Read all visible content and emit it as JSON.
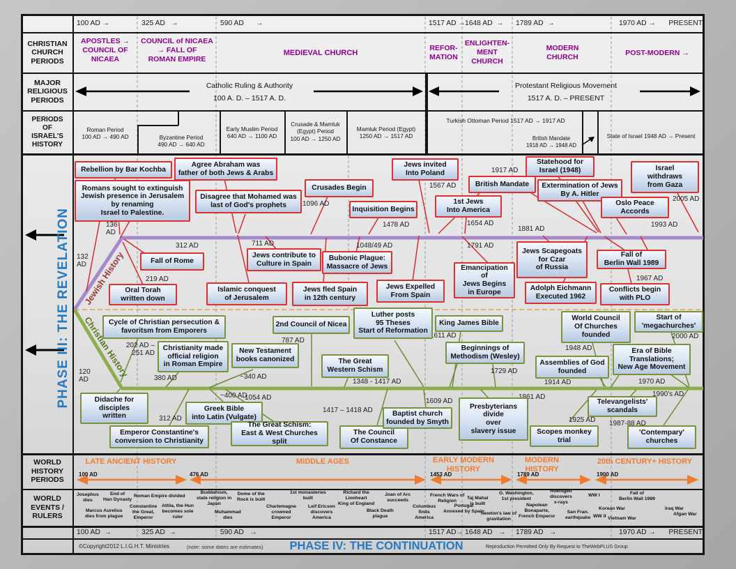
{
  "colors": {
    "accent_purple": "#90008F",
    "accent_orange": "#ED7C31",
    "accent_blue": "#2979BE",
    "red_box_border": "#DF2F2F",
    "green_box_border": "#78933C",
    "purple_timeline": "#A689CB",
    "green_timeline": "#8CAE4E",
    "box_fill": "#C9D9EC"
  },
  "top_dates": [
    "100 AD →",
    "325 AD   →",
    "590 AD      →",
    "1517 AD →",
    "1648 AD  →",
    "1789 AD  →",
    "1970 AD →",
    "PRESENT"
  ],
  "bottom_dates": [
    "100 AD  →",
    "325 AD  →",
    "590 AD   →",
    "1517 AD→",
    "1648 AD   →",
    "1789 AD   →",
    "1970 AD →",
    "PRESENT"
  ],
  "row_headers": [
    "CHRISTIAN\nCHURCH\nPERIODS",
    "MAJOR\nRELIGIOUS\nPERIODS",
    "PERIODS\nOF\nISRAEL'S\nHISTORY",
    "WORLD\nHISTORY\nPERIODS",
    "WORLD\nEVENTS /\nRULERS"
  ],
  "church": [
    "APOSTLES →\nCOUNCIL OF\nNICAEA",
    "COUNCIL of NICAEA\n→   FALL OF\nROMAN EMPIRE",
    "MEDIEVAL CHURCH",
    "REFOR-\nMATION",
    "ENLIGHTEN-\nMENT\nCHURCH",
    "MODERN\nCHURCH",
    "POST-MODERN   →"
  ],
  "religious": {
    "catholic": "Catholic Ruling & Authority\n100 A. D. – 1517 A. D.",
    "protestant": "Protestant Religious Movement\n1517 A. D. – PRESENT"
  },
  "israel": [
    "Roman Period\n100 AD → 490 AD",
    "Byzantine Period\n490 AD  → 640 AD",
    "Early Muslim Period\n640 AD  → 1100 AD",
    "Crusade & Mamluk\n(Egypt) Period\n100 AD  → 1250 AD",
    "Mamluk Period (Egypt)\n1250 AD  → 1517 AD",
    "Turkish Ottoman  Period 1517 AD  →  1917 AD",
    "British Mandate\n1918 AD  → 1948 AD",
    "State of Israel 1948 AD → Present"
  ],
  "phase3": {
    "title": "PHASE III:  THE REVELATION",
    "jewish": "Jewish History",
    "christian": "Christian History"
  },
  "jewish": {
    "boxes": [
      "Rebellion by Bar Kochba",
      "Romans sought to extinguish\nJewish presence in Jerusalem\nby renaming\nIsrael to Palestine.",
      "Agree Abraham was\nfather of both Jews & Arabs",
      "Disagree that Mohamed was\nlast of God's prophets",
      "Crusades Begin",
      "Inquisition Begins",
      "Jews invited\nInto Poland",
      "1st Jews\nInto America",
      "British Mandate",
      "Statehood for\nIsrael (1948)",
      "Extermination of Jews\nBy A. Hitler",
      "Oslo Peace\nAccords",
      "Israel\nwithdraws\nfrom Gaza",
      "Fall of Rome",
      "Oral Torah\nwritten down",
      "Islamic conquest\nof Jerusalem",
      "Jews contribute to\nCulture in Spain",
      "Bubonic Plague:\nMassacre of Jews",
      "Jews fled Spain\nin 12th century",
      "Jews Expelled\nFrom Spain",
      "Emancipation of\nJews Begins\nin Europe",
      "Jews Scapegoats\nfor Czar\nof Russia",
      "Adolph Eichmann\nExecuted 1962",
      "Fall of\nBerlin Wall 1989",
      "Conflicts begin\nwith PLO"
    ],
    "labels": [
      "132\nAD",
      "136\nAD",
      "312 AD",
      "219 AD",
      "711 AD",
      "1096 AD",
      "1048/49 AD",
      "1478 AD",
      "1567 AD",
      "1654 AD",
      "1791 AD",
      "1881 AD",
      "1917 AD",
      "1993 AD",
      "1967 AD",
      "2005 AD"
    ]
  },
  "christian": {
    "boxes": [
      "Cycle of Christian persecution &\nfavoritsm from Emporers",
      "Christianity made\nofficial religion\nin Roman Empire",
      "New Testament\nbooks canonized",
      "2nd Council of Nicea",
      "The Great\nWestern Schism",
      "Luther posts\n95 Theses\nStart of Reformation",
      "King James Bible",
      "Beginnings of\nMethodism (Wesley)",
      "Didache for\ndisciples\nwritten",
      "Greek Bible\ninto Latin (Vulgate)",
      "Emperor Constantine's\nconversion to Christianity",
      "The Great Schism:\nEast & West Churches split",
      "The Council\nOf Constance",
      "Baptist church\nfounded by Smyth",
      "Presbyterians\ndivide\nover\nslavery issue",
      "World Council\nOf Churches\nfounded",
      "Start of\n'megachurches'",
      "Assemblies of God\nfounded",
      "Era of Bible\nTranslations;\nNew Age Movement",
      "Televangelists'\nscandals",
      "Scopes monkey\ntrial",
      "'Contempary'\nchurches"
    ],
    "labels": [
      "120\nAD",
      "202 AD –\n251 AD",
      "380 AD",
      "~340 AD",
      "312 AD",
      "~400 AD",
      "787 AD",
      "1054 AD",
      "1348 - 1417 AD",
      "1417 – 1418 AD",
      "1611 AD",
      "1609 AD",
      "1729 AD",
      "1861 AD",
      "1948 AD",
      "1914 AD",
      "1970 AD",
      "2000 AD",
      "1925 AD",
      "1987-88 AD",
      "1990's AD"
    ]
  },
  "world_history": {
    "periods": [
      "LATE  ANCIENT HISTORY",
      "MIDDLE AGES",
      "EARLY MODERN\nHISTORY",
      "MODERN\nHISTORY",
      "20th CENTURY+  HISTORY"
    ],
    "dates": [
      "100 AD",
      "476 AD",
      "1453 AD",
      "1789 AD",
      "1900 AD"
    ]
  },
  "events": [
    "Josephus\ndies",
    "End of\nHan Dynasty",
    "Marcus Aurelius\ndies from plague",
    "Roman Empire divided",
    "Constantine\nthe Great,\nEmperor",
    "Attila, the Hun\nbecomes sole\nruler",
    "Buddahism,\nstate religion in\nJapan",
    "Muhammad\ndies",
    "Dome of the\nRock is built",
    "Charlemagne\ncrowned\nEmperor",
    "1st monasteries\nbuilt",
    "Leif Ericson\ndiscovers\nAmerica",
    "Richard the\nLionheart\nKing of England",
    "Black Death\nplague",
    "Joan of Arc\nsucceeds",
    "Columbus\nfinds\nAmerica",
    "French Wars of\nReligion",
    "Taj Mahal\nis built",
    "Portugal\nAnnexed by Spain",
    "G. Washington,\n1st president",
    "Newton's law of\ngravitation",
    "Napolean\nBonaparte,\nFrench Emperor",
    "Roentgen\ndiscovers\nx-rays",
    "San Fran.\nearthquake",
    "WW I",
    "WW II",
    "Korean War",
    "Vietnam War",
    "Fall of\nBerlin Wall 1989",
    "Iraq War",
    "Afgan War"
  ],
  "footer": {
    "copyright": "©Copyright2012 L.I.G.H.T. Ministries",
    "note": "(note: some dates are estimates)",
    "phase4": "PHASE IV:  THE CONTINUATION",
    "repro": "Reproduction Permitted Only By Request to TheWebPLUS Group"
  }
}
